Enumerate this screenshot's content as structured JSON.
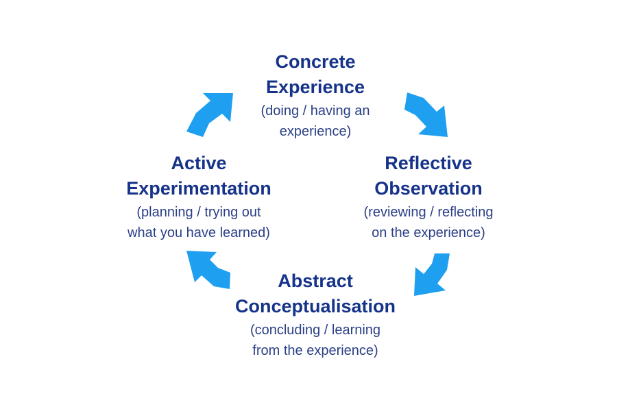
{
  "diagram": {
    "colors": {
      "arrow": "#1e9ff0",
      "text": "#16338a"
    },
    "nodes": [
      {
        "id": "concrete",
        "title": [
          "Concrete",
          "Experience"
        ],
        "description": [
          "(doing / having an",
          "experience)"
        ]
      },
      {
        "id": "reflective",
        "title": [
          "Reflective",
          "Observation"
        ],
        "description": [
          "(reviewing / reflecting",
          "on the experience)"
        ]
      },
      {
        "id": "abstract",
        "title": [
          "Abstract",
          "Conceptualisation"
        ],
        "description": [
          "(concluding / learning",
          "from the experience)"
        ]
      },
      {
        "id": "active",
        "title": [
          "Active",
          "Experimentation"
        ],
        "description": [
          "(planning / trying out",
          "what you have learned)"
        ]
      }
    ],
    "cycle": [
      "concrete",
      "reflective",
      "abstract",
      "active",
      "concrete"
    ]
  }
}
